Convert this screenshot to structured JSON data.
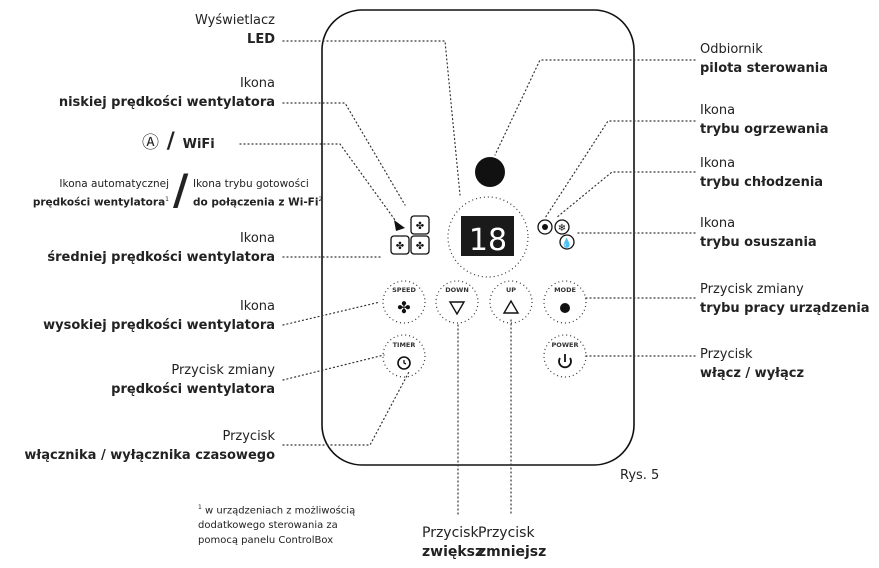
{
  "labels": {
    "led": {
      "line1": "Wyświetlacz",
      "line2": "LED"
    },
    "fan_low": {
      "line1": "Ikona",
      "line2": "niskiej prędkości wentylatora"
    },
    "wifi": {
      "symbol": "Ⓐ",
      "slash": "/",
      "text": "WiFi"
    },
    "fan_auto": {
      "line1": "Ikona automatycznej",
      "line2": "prędkości wentylatora",
      "sup": "1"
    },
    "wifi_standby": {
      "line1": "Ikona trybu gotowości",
      "line2": "do połączenia z Wi-Fi",
      "sup": "2"
    },
    "fan_mid": {
      "line1": "Ikona",
      "line2": "średniej prędkości wentylatora"
    },
    "fan_high": {
      "line1": "Ikona",
      "line2": "wysokiej prędkości wentylatora"
    },
    "speed_btn": {
      "line1": "Przycisk zmiany",
      "line2": "prędkości wentylatora"
    },
    "timer_btn": {
      "line1": "Przycisk",
      "line2": "włącznika / wyłącznika czasowego"
    },
    "receiver": {
      "line1": "Odbiornik",
      "line2": "pilota sterowania"
    },
    "heat": {
      "line1": "Ikona",
      "line2": "trybu ogrzewania"
    },
    "cool": {
      "line1": "Ikona",
      "line2": "trybu chłodzenia"
    },
    "dry": {
      "line1": "Ikona",
      "line2": "trybu osuszania"
    },
    "mode_btn": {
      "line1": "Przycisk zmiany",
      "line2": "trybu pracy urządzenia"
    },
    "power_btn": {
      "line1": "Przycisk",
      "line2": "włącz / wyłącz"
    },
    "down_btn": {
      "line1": "Przycisk",
      "line2": "zwiększ"
    },
    "up_btn": {
      "line1": "Przycisk",
      "line2": "zmniejsz"
    }
  },
  "figure_ref": "Rys. 5",
  "footnote1": {
    "sup": "1",
    "text": "w urządzeniach z możliwością dodatkowego sterowania za pomocą panelu ControlBox"
  },
  "panel": {
    "display_value": "18",
    "btn_speed": "SPEED",
    "btn_down": "DOWN",
    "btn_up": "UP",
    "btn_mode": "MODE",
    "btn_timer": "TIMER",
    "btn_power": "POWER"
  }
}
